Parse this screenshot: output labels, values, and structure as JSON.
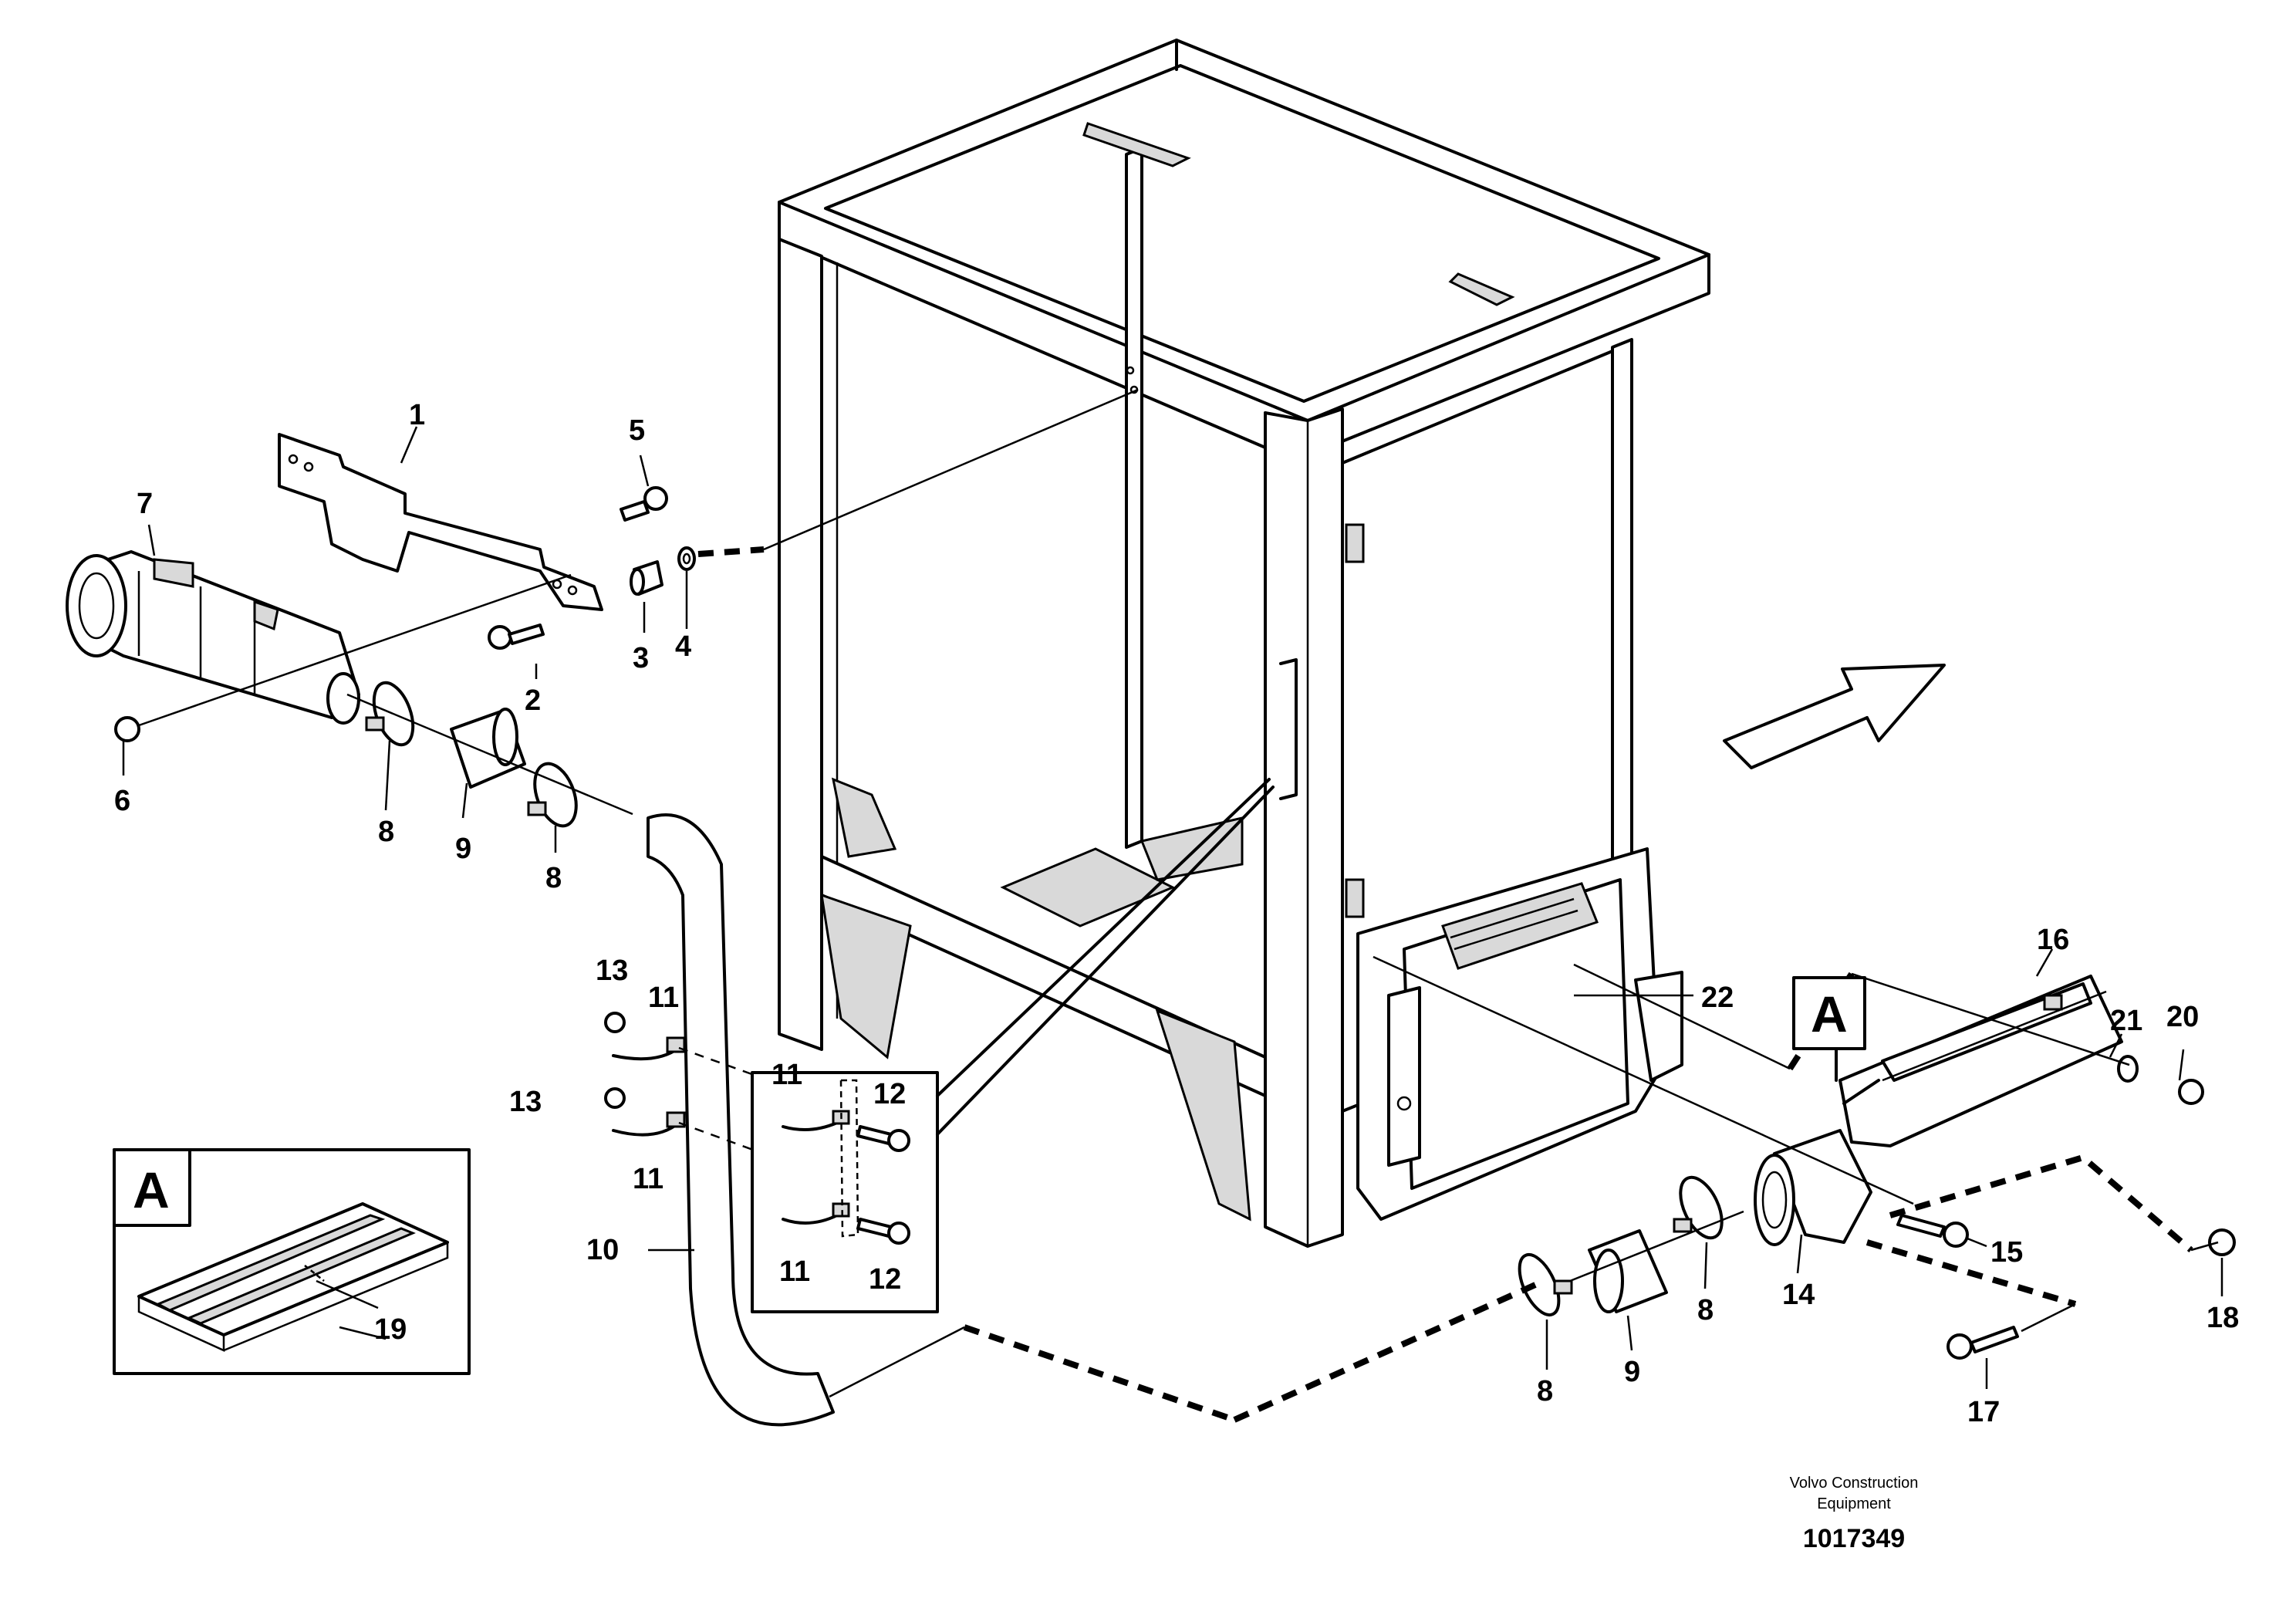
{
  "labels": {
    "l1": "1",
    "l2": "2",
    "l3": "3",
    "l4": "4",
    "l5": "5",
    "l6": "6",
    "l7": "7",
    "l8a": "8",
    "l8b": "8",
    "l8c": "8",
    "l8d": "8",
    "l9a": "9",
    "l9b": "9",
    "l10": "10",
    "l11a": "11",
    "l11b": "11",
    "l11c": "11",
    "l11d": "11",
    "l12a": "12",
    "l12b": "12",
    "l13a": "13",
    "l13b": "13",
    "l14": "14",
    "l15": "15",
    "l16": "16",
    "l17": "17",
    "l18": "18",
    "l19": "19",
    "l20": "20",
    "l21": "21",
    "l22": "22"
  },
  "view_marker": {
    "main": "A",
    "inset": "A"
  },
  "footer": {
    "company_line1": "Volvo Construction",
    "company_line2": "Equipment",
    "drawing_number": "1017349"
  }
}
